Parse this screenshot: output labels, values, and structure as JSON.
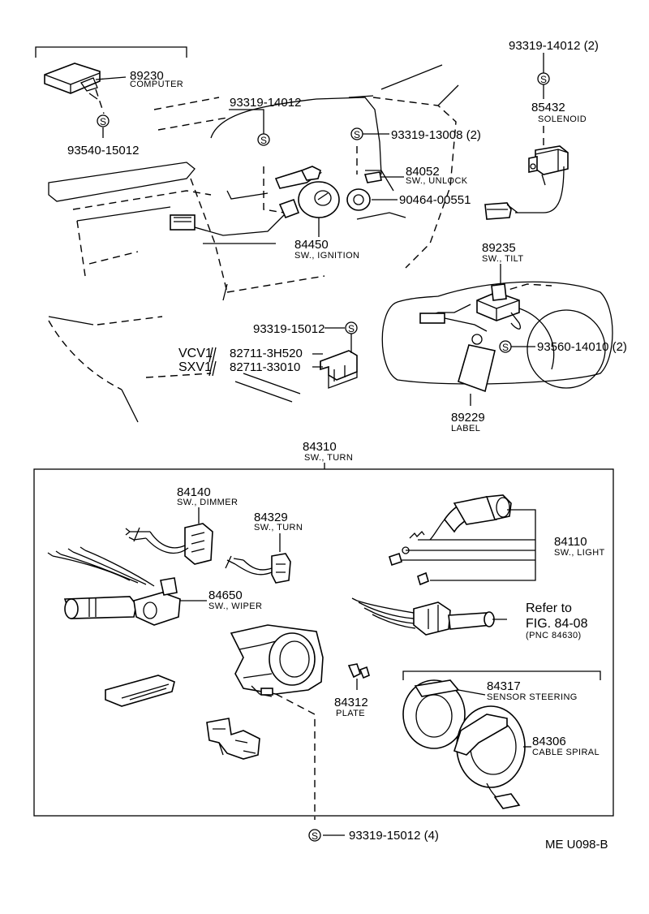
{
  "parts": {
    "p89230": {
      "number": "89230",
      "name": "COMPUTER"
    },
    "p93540": {
      "number": "93540-15012"
    },
    "p93319_top_left": {
      "number": "93319-14012"
    },
    "p93319_13008": {
      "number": "93319-13008 (2)"
    },
    "p84052": {
      "number": "84052",
      "name": "SW., UNLOCK"
    },
    "p90464": {
      "number": "90464-00551"
    },
    "p84450": {
      "number": "84450",
      "name": "SW., IGNITION"
    },
    "p93319_14012_2": {
      "number": "93319-14012 (2)"
    },
    "p85432": {
      "number": "85432",
      "name": "SOLENOID"
    },
    "p89235": {
      "number": "89235",
      "name": "SW., TILT"
    },
    "p93560": {
      "number": "93560-14010 (2)"
    },
    "p89229": {
      "number": "89229",
      "name": "LABEL"
    },
    "p93319_15012": {
      "number": "93319-15012"
    },
    "model_vcv": "VCV1",
    "model_sxv": "SXV1",
    "p82711_a": {
      "number": "82711-3H520"
    },
    "p82711_b": {
      "number": "82711-33010"
    },
    "p84310": {
      "number": "84310",
      "name": "SW., TURN"
    },
    "p84140": {
      "number": "84140",
      "name": "SW., DIMMER"
    },
    "p84329": {
      "number": "84329",
      "name": "SW., TURN"
    },
    "p84110": {
      "number": "84110",
      "name": "SW., LIGHT"
    },
    "p84650": {
      "number": "84650",
      "name": "SW., WIPER"
    },
    "refer": {
      "line1": "Refer to",
      "line2": "FIG. 84-08",
      "line3": "(PNC 84630)"
    },
    "p84312": {
      "number": "84312",
      "name": "PLATE"
    },
    "p84317": {
      "number": "84317",
      "name": "SENSOR STEERING"
    },
    "p84306": {
      "number": "84306",
      "name": "CABLE SPIRAL"
    },
    "p93319_15012_4": {
      "number": "93319-15012 (4)"
    }
  },
  "bolt_symbol": "S",
  "figure_code": "ME U098-B"
}
